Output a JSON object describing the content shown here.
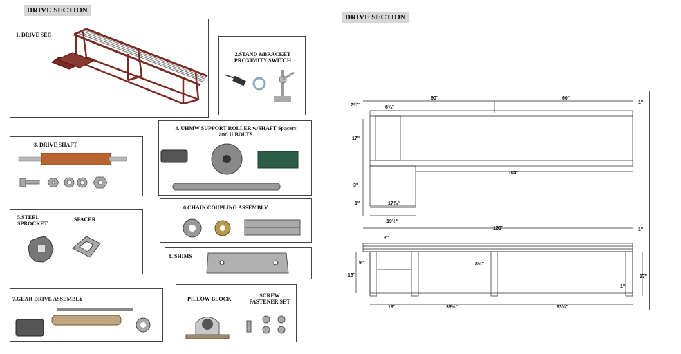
{
  "left_heading": "DRIVE SECTION",
  "right_heading": "DRIVE SECTION",
  "parts": {
    "drive_section": "1. DRIVE SEC-",
    "stand_bracket": "2.STAND &BRACKET\nPROXIMITY SWITCH",
    "drive_shaft": "3. DRIVE SHAFT",
    "uhmw_roller": "4. UHMW SUPPORT ROLLER w/SHAFT Spacers\nand U BOLTS",
    "steel_sprocket": "5.STEEL\nSPROCKET",
    "spacer": "SPACER",
    "chain_coupling": "6.CHAIN COUPLING ASSEMBLY",
    "gear_drive": "7.GEAR DRIVE ASSEMBLY",
    "shims": "8. SHIMS",
    "pillow_block": "PILLOW BLOCK",
    "screw_fastener": "SCREW\nFASTENER SET"
  },
  "dimensions": {
    "top_view": {
      "d60a": "60\"",
      "d60b": "60\"",
      "d1a": "1\"",
      "d7q": "7¼\"",
      "d6q": "6¾\"",
      "d17": "17\"",
      "d104": "104\"",
      "d3": "3\"",
      "d1b": "1\"",
      "d17h": "17¾\"",
      "d19h": "19½\""
    },
    "side_view": {
      "d120": "120\"",
      "d1c": "1\"",
      "d3b": "3\"",
      "d9": "9\"",
      "d13": "13\"",
      "d8h": "8½\"",
      "d17b": "17\"",
      "d1d": "1\"",
      "d18": "18\"",
      "d36h": "36½\"",
      "d63h": "63½\""
    }
  },
  "colors": {
    "frame": "#7a2a22",
    "shaft_copper": "#b8642e",
    "steel_gray": "#8a8a8a"
  }
}
